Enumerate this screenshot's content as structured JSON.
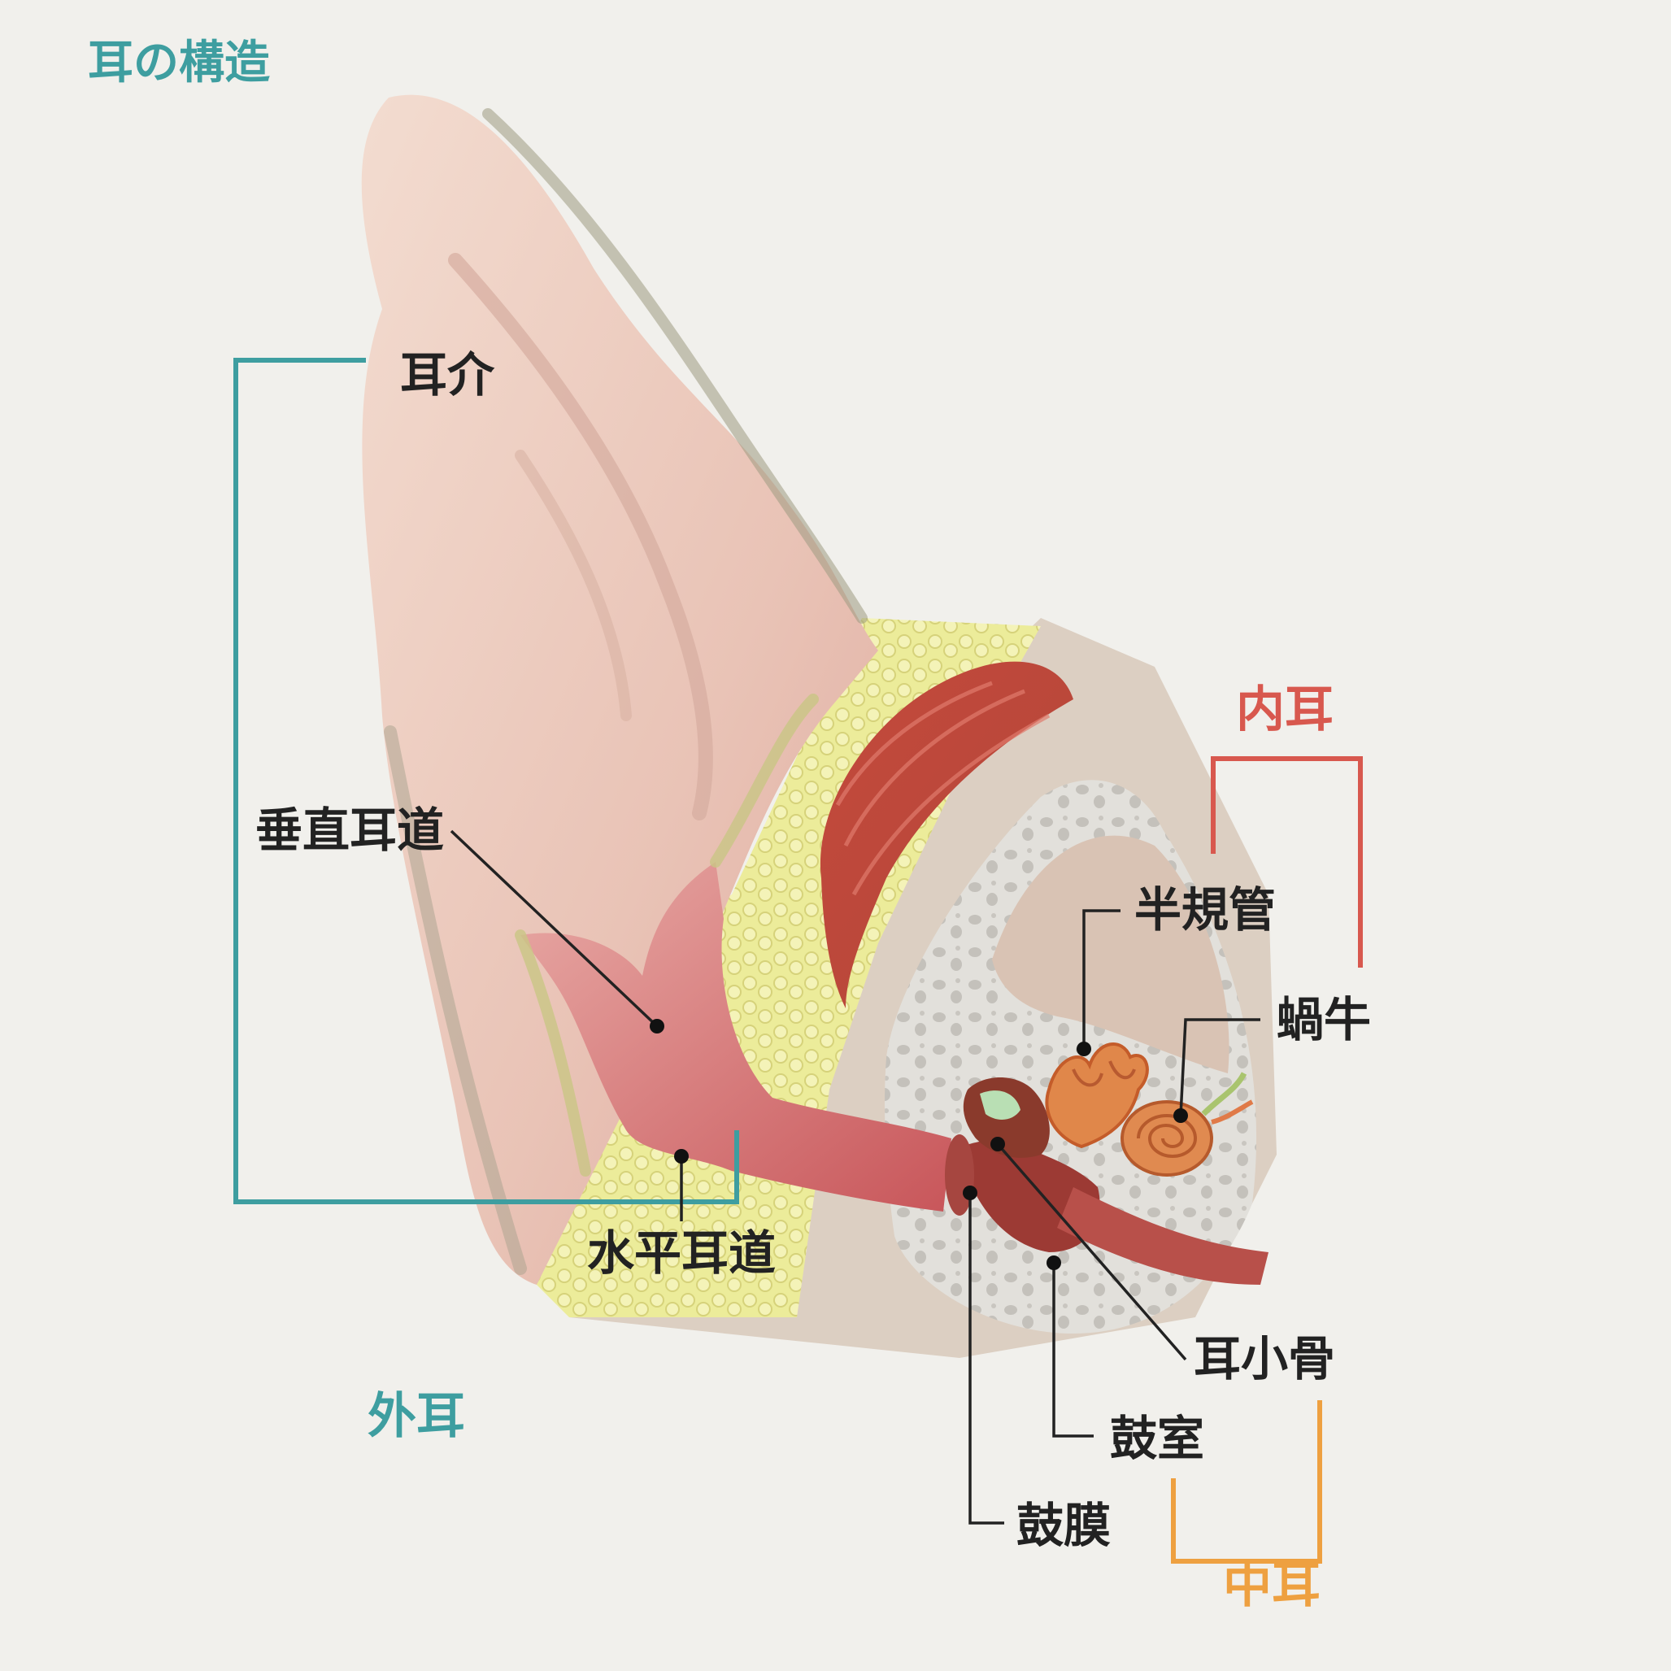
{
  "title": "耳の構造",
  "colors": {
    "outer_ear": "#3e9ea0",
    "inner_ear": "#d8584e",
    "middle_ear": "#eea040",
    "label_text": "#222222",
    "background": "#f1f0ec"
  },
  "groups": {
    "outer": "外耳",
    "inner": "内耳",
    "middle": "中耳"
  },
  "labels": {
    "pinna": "耳介",
    "vertical_canal": "垂直耳道",
    "horizontal_canal": "水平耳道",
    "semicircular_canals": "半規管",
    "cochlea": "蝸牛",
    "ossicles": "耳小骨",
    "tympanic_cavity": "鼓室",
    "eardrum": "鼓膜"
  }
}
